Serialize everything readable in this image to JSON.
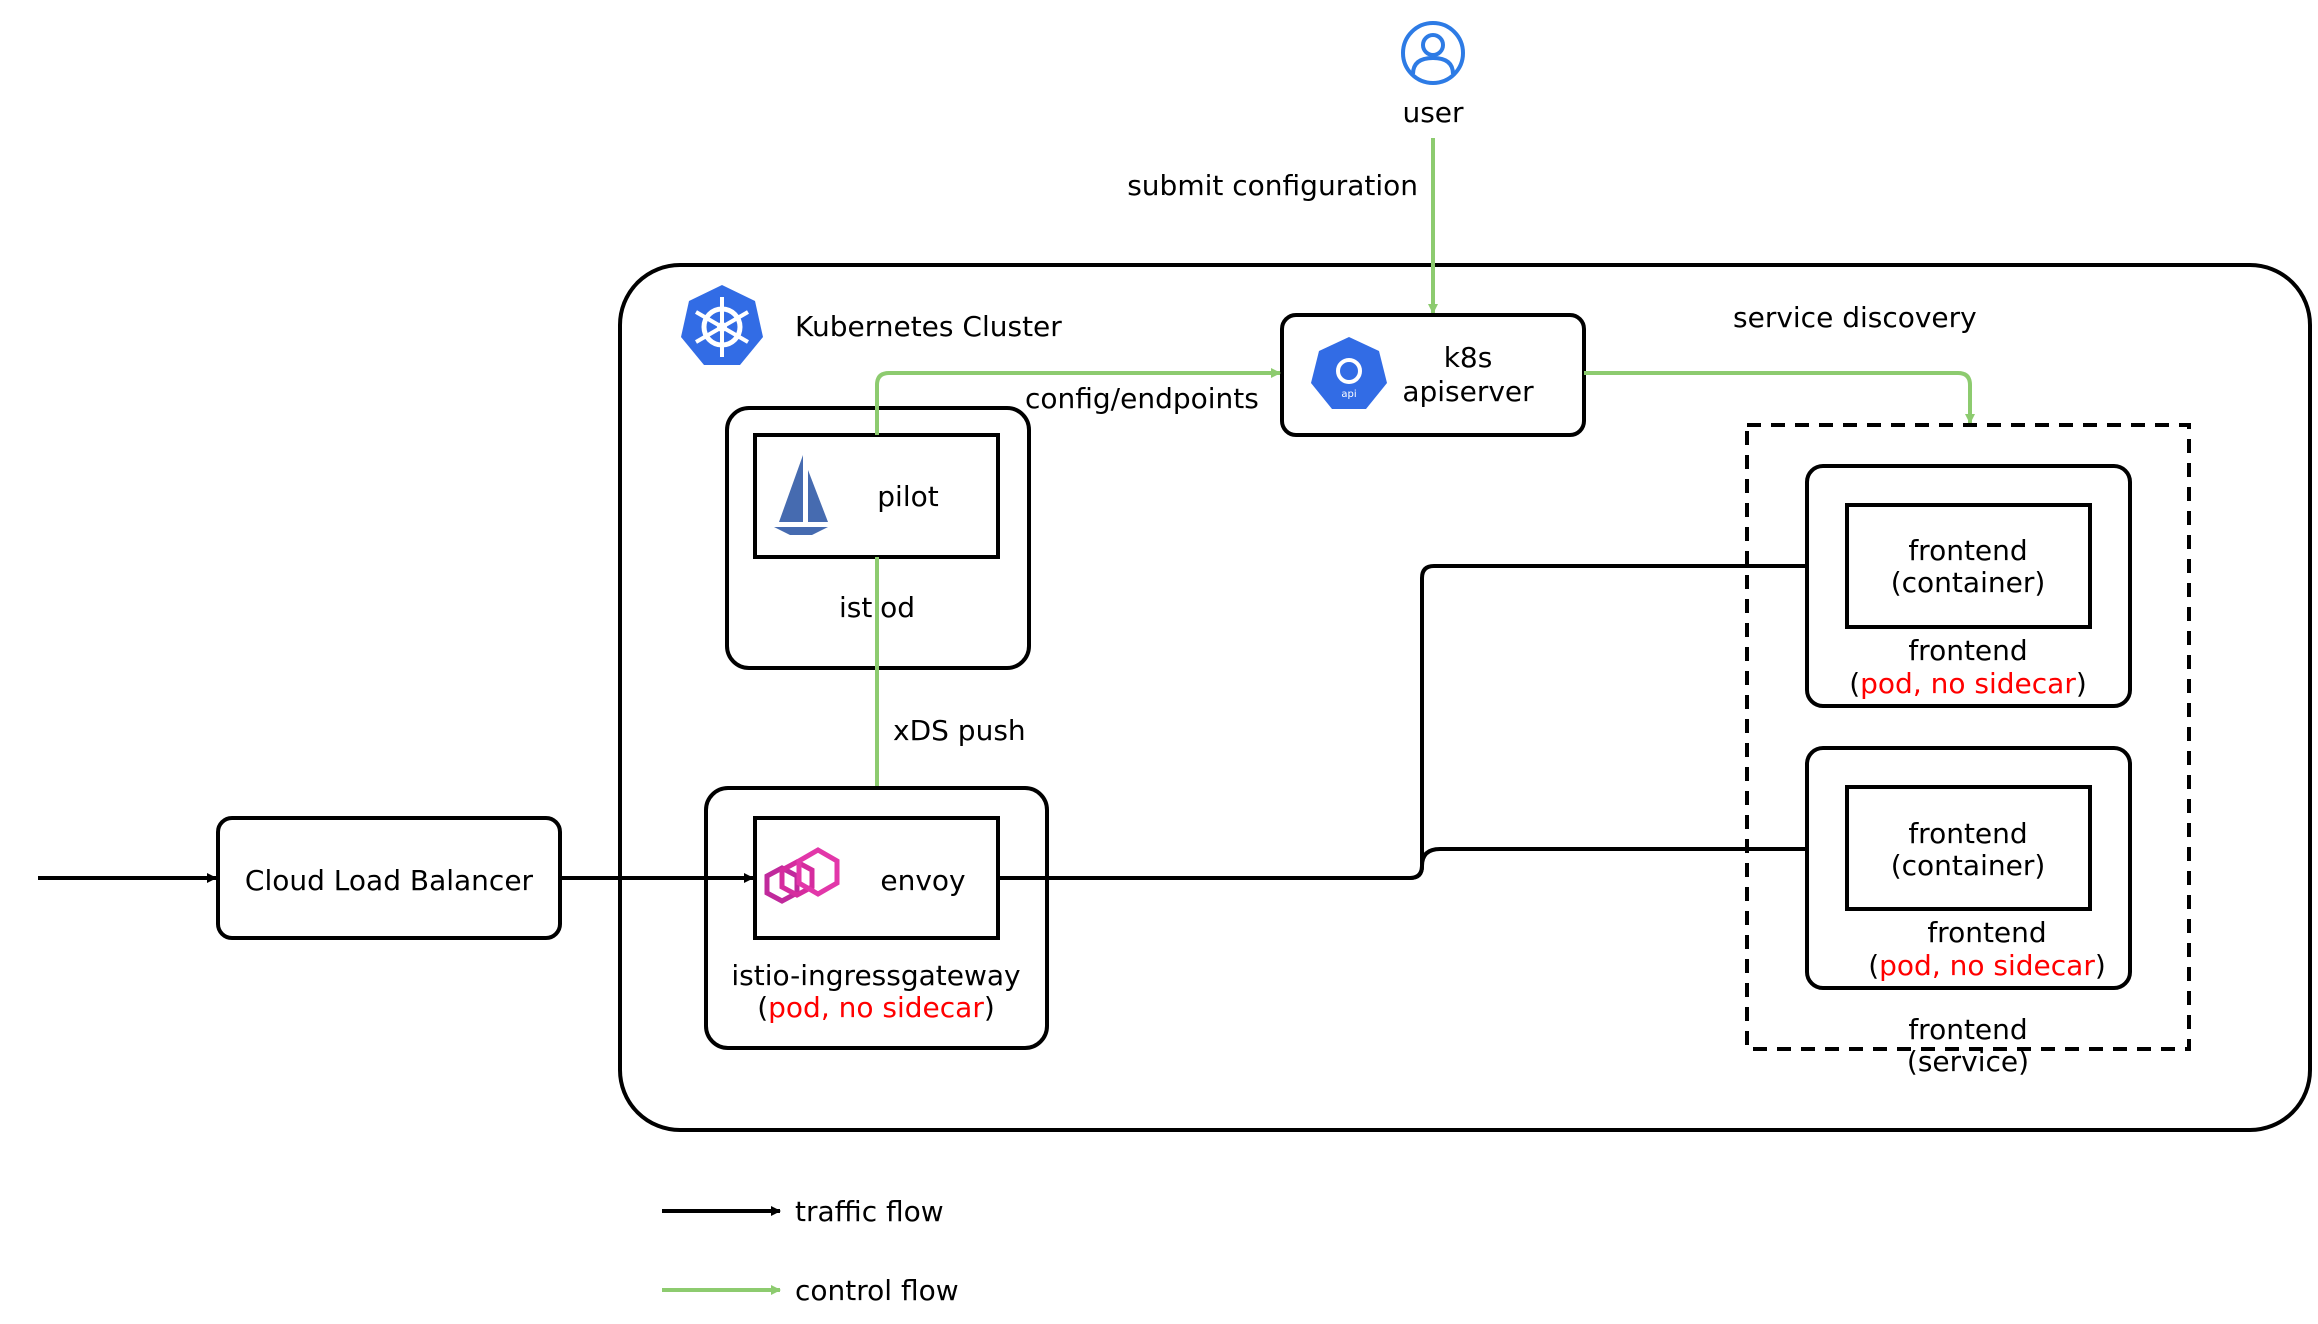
{
  "colors": {
    "traffic": "#000000",
    "control": "#8dcb6f",
    "accent_red": "#ff0000",
    "kubernetes_blue": "#326ce5",
    "istio_blue": "#466bb0",
    "envoy_magenta": "#ac1eac"
  },
  "user": {
    "label": "user",
    "icon": "user-icon"
  },
  "cluster": {
    "label": "Kubernetes Cluster",
    "icon": "kubernetes-icon"
  },
  "apiserver": {
    "line1": "k8s",
    "line2": "apiserver",
    "icon": "api-icon"
  },
  "istiod": {
    "label": "istiod",
    "pilot": "pilot",
    "icon": "istio-sail-icon"
  },
  "gateway": {
    "envoy": "envoy",
    "icon": "envoy-icon",
    "label": "istio-ingressgateway",
    "paren_open": "(",
    "note": "pod, no sidecar",
    "paren_close": ")"
  },
  "load_balancer": {
    "label": "Cloud Load Balancer"
  },
  "service": {
    "line1": "frontend",
    "line2": "(service)"
  },
  "pods": [
    {
      "container_line1": "frontend",
      "container_line2": "(container)",
      "pod_line1": "frontend",
      "paren_open": "(",
      "note": "pod, no sidecar",
      "paren_close": ")"
    },
    {
      "container_line1": "frontend",
      "container_line2": "(container)",
      "pod_line1": "frontend",
      "paren_open": "(",
      "note": "pod, no sidecar",
      "paren_close": ")"
    }
  ],
  "edges": {
    "submit": "submit configuration",
    "config": "config/endpoints",
    "discovery": "service discovery",
    "xds": "xDS push"
  },
  "legend": {
    "traffic": "traffic flow",
    "control": "control flow"
  }
}
